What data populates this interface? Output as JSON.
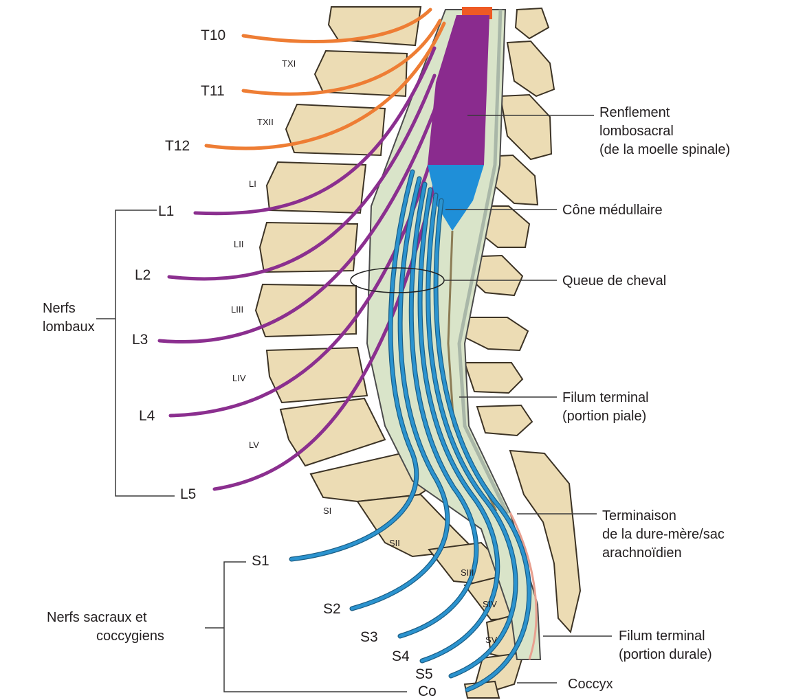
{
  "colors": {
    "thoracic_nerve": "#ee7d34",
    "lumbar_nerve": "#8b2f8f",
    "sacral_nerve": "#2b93cf",
    "conus": "#1f8fd8",
    "enlargement": "#8a2b8e",
    "dura": "#d9e4c9",
    "bone": "#ecdcb4",
    "filum_durale": "#e8a090"
  },
  "nerves": {
    "thoracic": [
      "T10",
      "T11",
      "T12"
    ],
    "lumbar": [
      "L1",
      "L2",
      "L3",
      "L4",
      "L5"
    ],
    "sacral": [
      "S1",
      "S2",
      "S3",
      "S4",
      "S5",
      "Co"
    ]
  },
  "vertebrae": [
    "TXI",
    "TXII",
    "LI",
    "LII",
    "LIII",
    "LIV",
    "LV",
    "SI",
    "SII",
    "SIII",
    "SIV",
    "SV"
  ],
  "groups": {
    "lumbar_line1": "Nerfs",
    "lumbar_line2": "lombaux",
    "sacral_line1": "Nerfs sacraux et",
    "sacral_line2": "coccygiens"
  },
  "annotations": {
    "renflement_1": "Renflement",
    "renflement_2": "lombosacral",
    "renflement_3": "(de la moelle spinale)",
    "cone": "Cône médullaire",
    "queue": "Queue de cheval",
    "filum_piale_1": "Filum terminal",
    "filum_piale_2": "(portion piale)",
    "terminaison_1": "Terminaison",
    "terminaison_2": "de la dure-mère/sac",
    "terminaison_3": "arachnoïdien",
    "filum_durale_1": "Filum terminal",
    "filum_durale_2": "(portion durale)",
    "coccyx": "Coccyx"
  }
}
